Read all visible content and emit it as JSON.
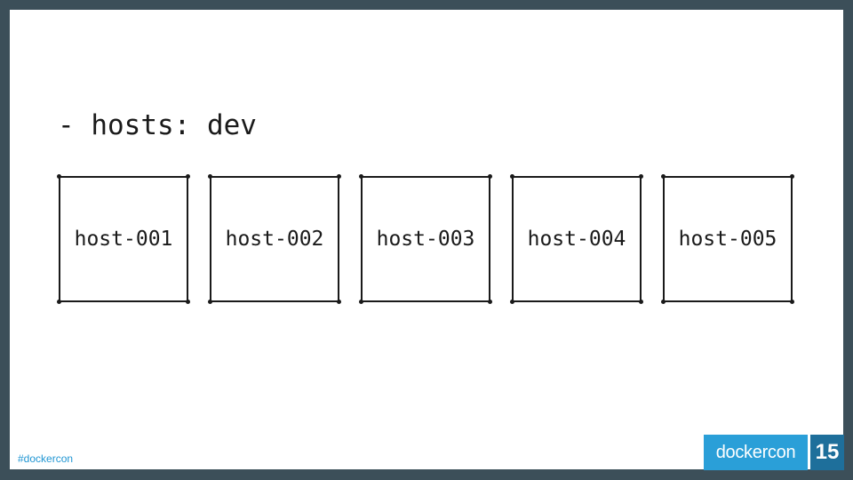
{
  "heading": "- hosts: dev",
  "hosts": [
    "host-001",
    "host-002",
    "host-003",
    "host-004",
    "host-005"
  ],
  "footer": {
    "hashtag": "#dockercon",
    "logo_word": "dockercon",
    "logo_number": "15"
  },
  "colors": {
    "frame": "#3c4f59",
    "slide_bg": "#ffffff",
    "ink": "#1a1a1a",
    "brand_blue": "#2a9fd8",
    "brand_dark_blue": "#1e6f9b"
  }
}
